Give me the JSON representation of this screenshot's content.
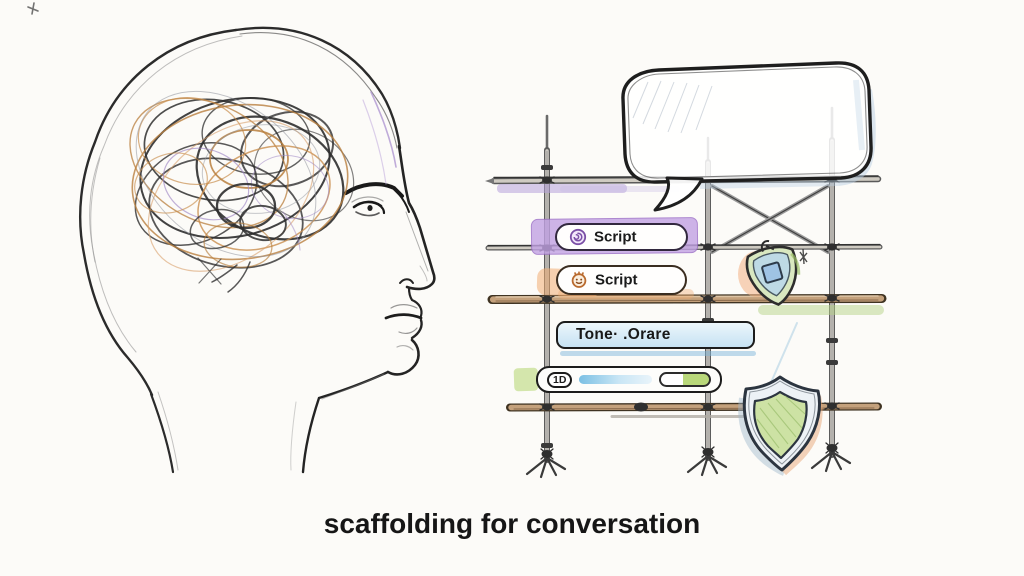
{
  "caption": "scaffolding for conversation",
  "speech_bubble": {
    "text": ""
  },
  "scaffold": {
    "rows": [
      {
        "id": "script-primary",
        "label": "Script",
        "icon": "spiral-icon",
        "highlight": "#c2a2e4"
      },
      {
        "id": "script-secondary",
        "label": "Script",
        "icon": "sun-face-icon",
        "highlight": "#f0ad72"
      },
      {
        "id": "tone",
        "label": "Tone·  .Orare",
        "highlight": "#bfe0f2"
      },
      {
        "id": "progress",
        "badge": "1D",
        "track_color": "#7bc0e4",
        "fill_color": "#b9d87a"
      }
    ]
  },
  "icons": {
    "script_primary": "spiral-icon",
    "script_secondary": "sun-face-icon",
    "bubble": "speech-bubble",
    "shield_small": "badge-shield-icon",
    "shield_large": "protection-shield-icon"
  },
  "colors": {
    "ink": "#2b2b2b",
    "purple_highlight": "#c2a2e4",
    "orange_highlight": "#f0ad72",
    "blue_highlight": "#bfe0f2",
    "green_highlight": "#b9d87a",
    "wood_bar": "#c4a17c",
    "background": "#fcfbf8"
  }
}
